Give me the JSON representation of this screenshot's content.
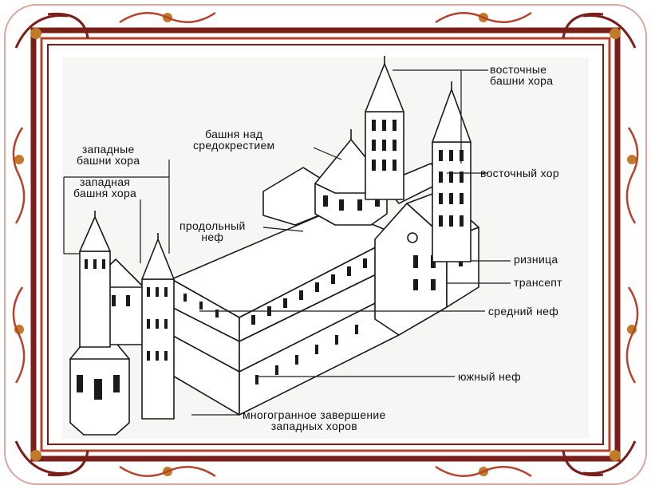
{
  "colors": {
    "frame_outer": "#7a1e1a",
    "frame_inner": "#b5432c",
    "ornament": "#c17a2a",
    "drawing": "#1a1a1a",
    "background": "#f6f6f4"
  },
  "labels": {
    "east_choir_towers": "восточные\nбашни хора",
    "crossing_tower": "башня над\nсредокрестием",
    "east_choir": "восточный хор",
    "west_choir_towers": "западные\nбашни хора",
    "west_choir_tower": "западная\nбашня хора",
    "longitudinal_nave": "продольный\nнеф",
    "sacristy": "ризница",
    "transept": "трансепт",
    "middle_nave": "средний неф",
    "south_nave": "южный неф",
    "polygonal_ending": "многогранное завершение\nзападных хоров"
  }
}
